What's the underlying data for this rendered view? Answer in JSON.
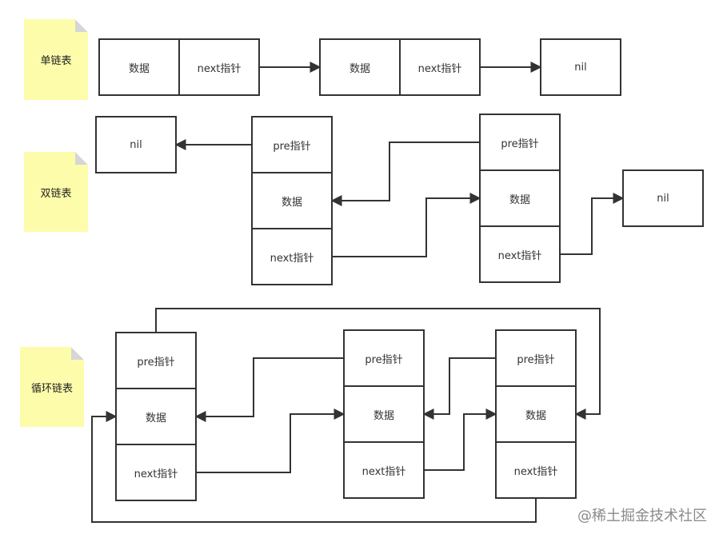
{
  "labels": {
    "single": "单链表",
    "double": "双链表",
    "circular": "循环链表",
    "data": "数据",
    "next": "next指针",
    "pre": "pre指针",
    "nil": "nil"
  },
  "watermark": "@稀土掘金技术社区",
  "colors": {
    "note": "#fdfcab",
    "line": "#333333"
  }
}
